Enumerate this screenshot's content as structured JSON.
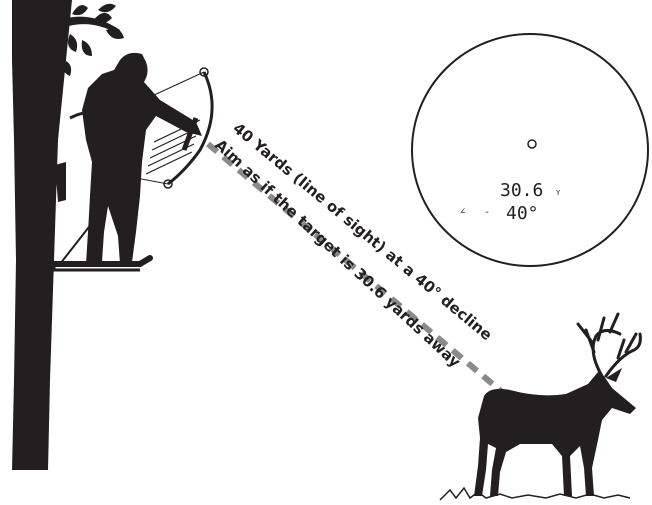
{
  "diagram": {
    "line_of_sight_label": "40 Yards (line of sight) at a 40° decline",
    "aim_label": "Aim as if the target is 30.6 yards away",
    "colors": {
      "silhouette": "#231f20",
      "sight_line": "#8a8a8a",
      "background": "#ffffff"
    }
  },
  "rangefinder": {
    "distance": "30.6",
    "distance_unit": "Y",
    "angle": "40°",
    "angle_symbol": "∠",
    "angle_sign": "-"
  }
}
